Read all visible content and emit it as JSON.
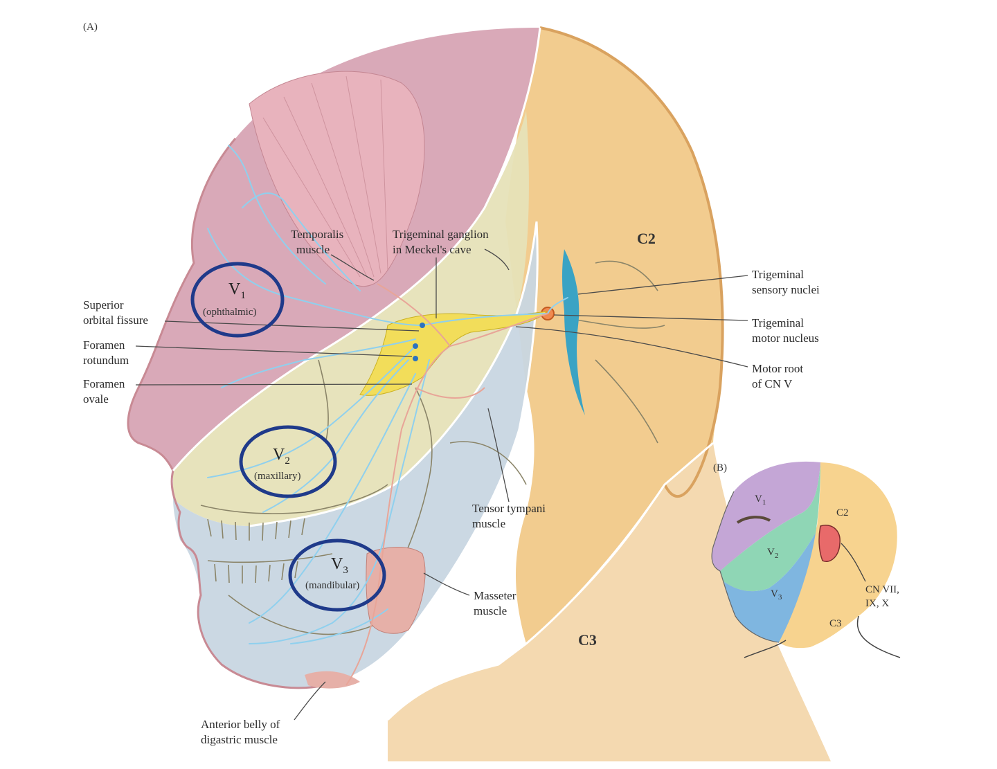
{
  "panel_a": "(A)",
  "panel_b": "(B)",
  "labels": {
    "temporalis_1": "Temporalis",
    "temporalis_2": "muscle",
    "trigeminal_ganglion_1": "Trigeminal ganglion",
    "trigeminal_ganglion_2": "in Meckel's cave",
    "c2_main": "C2",
    "c3_main": "C3",
    "sensory_nuclei_1": "Trigeminal",
    "sensory_nuclei_2": "sensory nuclei",
    "motor_nucleus_1": "Trigeminal",
    "motor_nucleus_2": "motor nucleus",
    "motor_root_1": "Motor root",
    "motor_root_2": "of CN V",
    "superior_orbital_1": "Superior",
    "superior_orbital_2": "orbital fissure",
    "foramen_rotundum_1": "Foramen",
    "foramen_rotundum_2": "rotundum",
    "foramen_ovale_1": "Foramen",
    "foramen_ovale_2": "ovale",
    "tensor_tympani_1": "Tensor tympani",
    "tensor_tympani_2": "muscle",
    "masseter_1": "Masseter",
    "masseter_2": "muscle",
    "digastric_1": "Anterior belly of",
    "digastric_2": "digastric muscle"
  },
  "divisions": {
    "v1_sym": "V",
    "v1_sub": "1",
    "v1_name": "(ophthalmic)",
    "v2_sym": "V",
    "v2_sub": "2",
    "v2_name": "(maxillary)",
    "v3_sym": "V",
    "v3_sub": "3",
    "v3_name": "(mandibular)"
  },
  "inset": {
    "v1": "V",
    "v1_sub": "1",
    "v2": "V",
    "v2_sub": "2",
    "v3": "V",
    "v3_sub": "3",
    "c2": "C2",
    "c3": "C3",
    "cn_1": "CN VII,",
    "cn_2": "IX, X"
  },
  "colors": {
    "v1_region": "#d9a9b8",
    "v2_region": "#e6e2b8",
    "v3_region": "#c8d6e2",
    "c2_region": "#f2cc8f",
    "c3_region": "#f4d9b0",
    "highlight_circle": "#1f3a8a",
    "inset_v1": "#c4a6d6",
    "inset_v2": "#8fd6b5",
    "inset_v3": "#7fb6e0",
    "inset_c": "#f7d38f"
  }
}
